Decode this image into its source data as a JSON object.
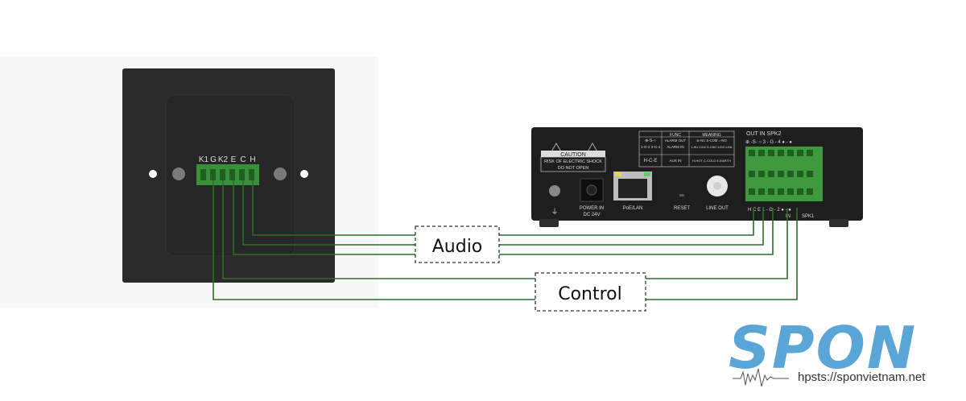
{
  "wall_panel": {
    "terminal_labels": [
      "K1",
      "G",
      "K2",
      "E",
      "C",
      "H"
    ]
  },
  "amplifier": {
    "caution_title": "CAUTION",
    "caution_line1": "RISK OF ELECTRIC SHOCK",
    "caution_line2": "DO NOT OPEN",
    "func_header": "FUNC",
    "meaning_header": "MEANING",
    "rows": [
      {
        "pins": "⊕-S-○",
        "func": "ALARM OUT",
        "meaning": "⊕-NC S-COM ○-NO"
      },
      {
        "pins": "1-G-2 3-G-4",
        "func": "ALARM IN",
        "meaning": "1-IN1 2-IN2 G-GND 3-IN3 4-IN4"
      },
      {
        "pins": "H-C-E",
        "func": "AUX IN",
        "meaning": "H-HOT C-COLD E-EARTH"
      }
    ],
    "power_label": "POWER IN",
    "power_sub": "DC 24V",
    "poe_label": "PoE/LAN",
    "reset_label": "RESET",
    "lineout_label": "LINE OUT",
    "top_terminal_label": "OUT  IN  SPK2",
    "top_terminal_pins": "⊕ -S- ○  3 - G - 4  ● - ●",
    "bottom_terminal_pins": "H C E  1 - G - 2  ● - ●",
    "bottom_in_label": "IN",
    "spk1_label": "SPK1"
  },
  "connections": {
    "audio_label": "Audio",
    "control_label": "Control",
    "wire_color": "#2e6b2e"
  },
  "brand": {
    "name": "SPON",
    "url": "hpsts://sponvietnam.net",
    "color": "#5aa6d6"
  }
}
